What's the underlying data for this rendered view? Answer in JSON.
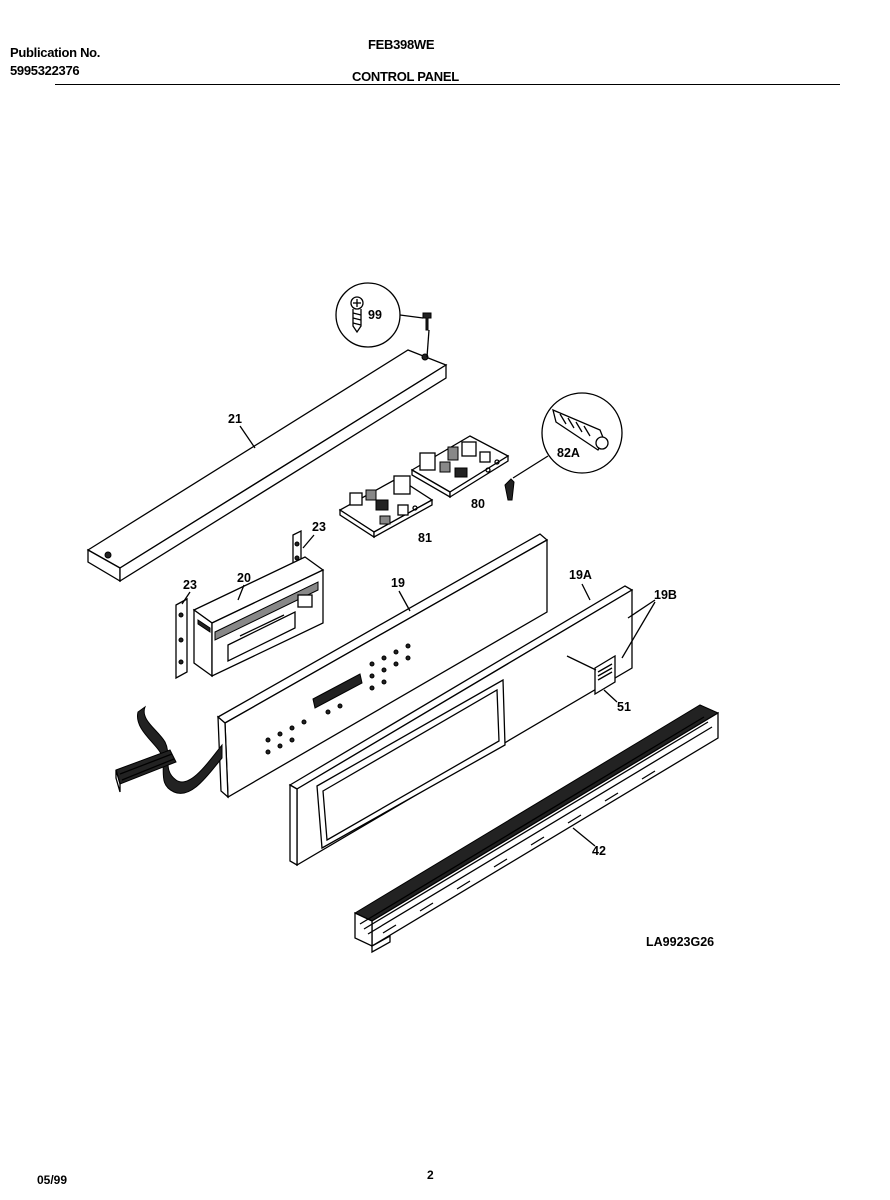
{
  "header": {
    "publication_label": "Publication No.",
    "publication_number": "5995322376",
    "model": "FEB398WE",
    "section_title": "CONTROL PANEL"
  },
  "callouts": {
    "c99": "99",
    "c21": "21",
    "c82a": "82A",
    "c80": "80",
    "c81": "81",
    "c23_right": "23",
    "c23_left": "23",
    "c20": "20",
    "c19": "19",
    "c19a": "19A",
    "c19b": "19B",
    "c51": "51",
    "c42": "42"
  },
  "drawing_code": "LA9923G26",
  "footer": {
    "date": "05/99",
    "page": "2"
  }
}
